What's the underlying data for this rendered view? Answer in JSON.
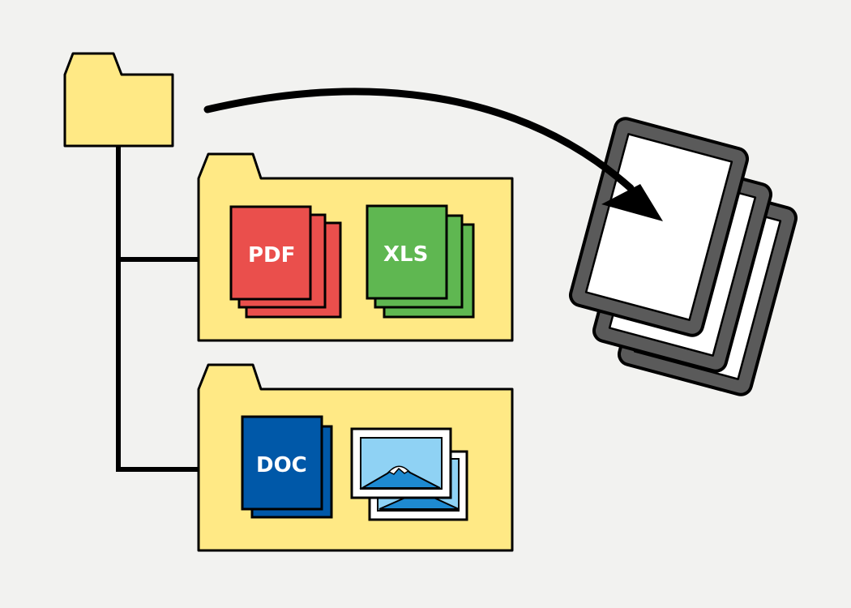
{
  "labels": {
    "pdf": "PDF",
    "xls": "XLS",
    "doc": "DOC"
  },
  "icons": {
    "root": "folder-icon",
    "folder_a": "folder-icon",
    "folder_b": "folder-icon",
    "pdf": "pdf-file-icon",
    "xls": "xls-file-icon",
    "doc": "doc-file-icon",
    "image": "image-file-icon",
    "tablets": "tablet-device-icon",
    "arrow": "arrow-icon"
  },
  "colors": {
    "background": "#f2f2f0",
    "folder": "#ffe985",
    "pdf": "#ea4f4c",
    "xls": "#5fb751",
    "doc": "#0058a8",
    "tablet_frame": "#5a5a5a",
    "tablet_screen": "#ffffff",
    "sky": "#8fd2f4",
    "mountain": "#1e8ad1",
    "outline": "#000000"
  }
}
